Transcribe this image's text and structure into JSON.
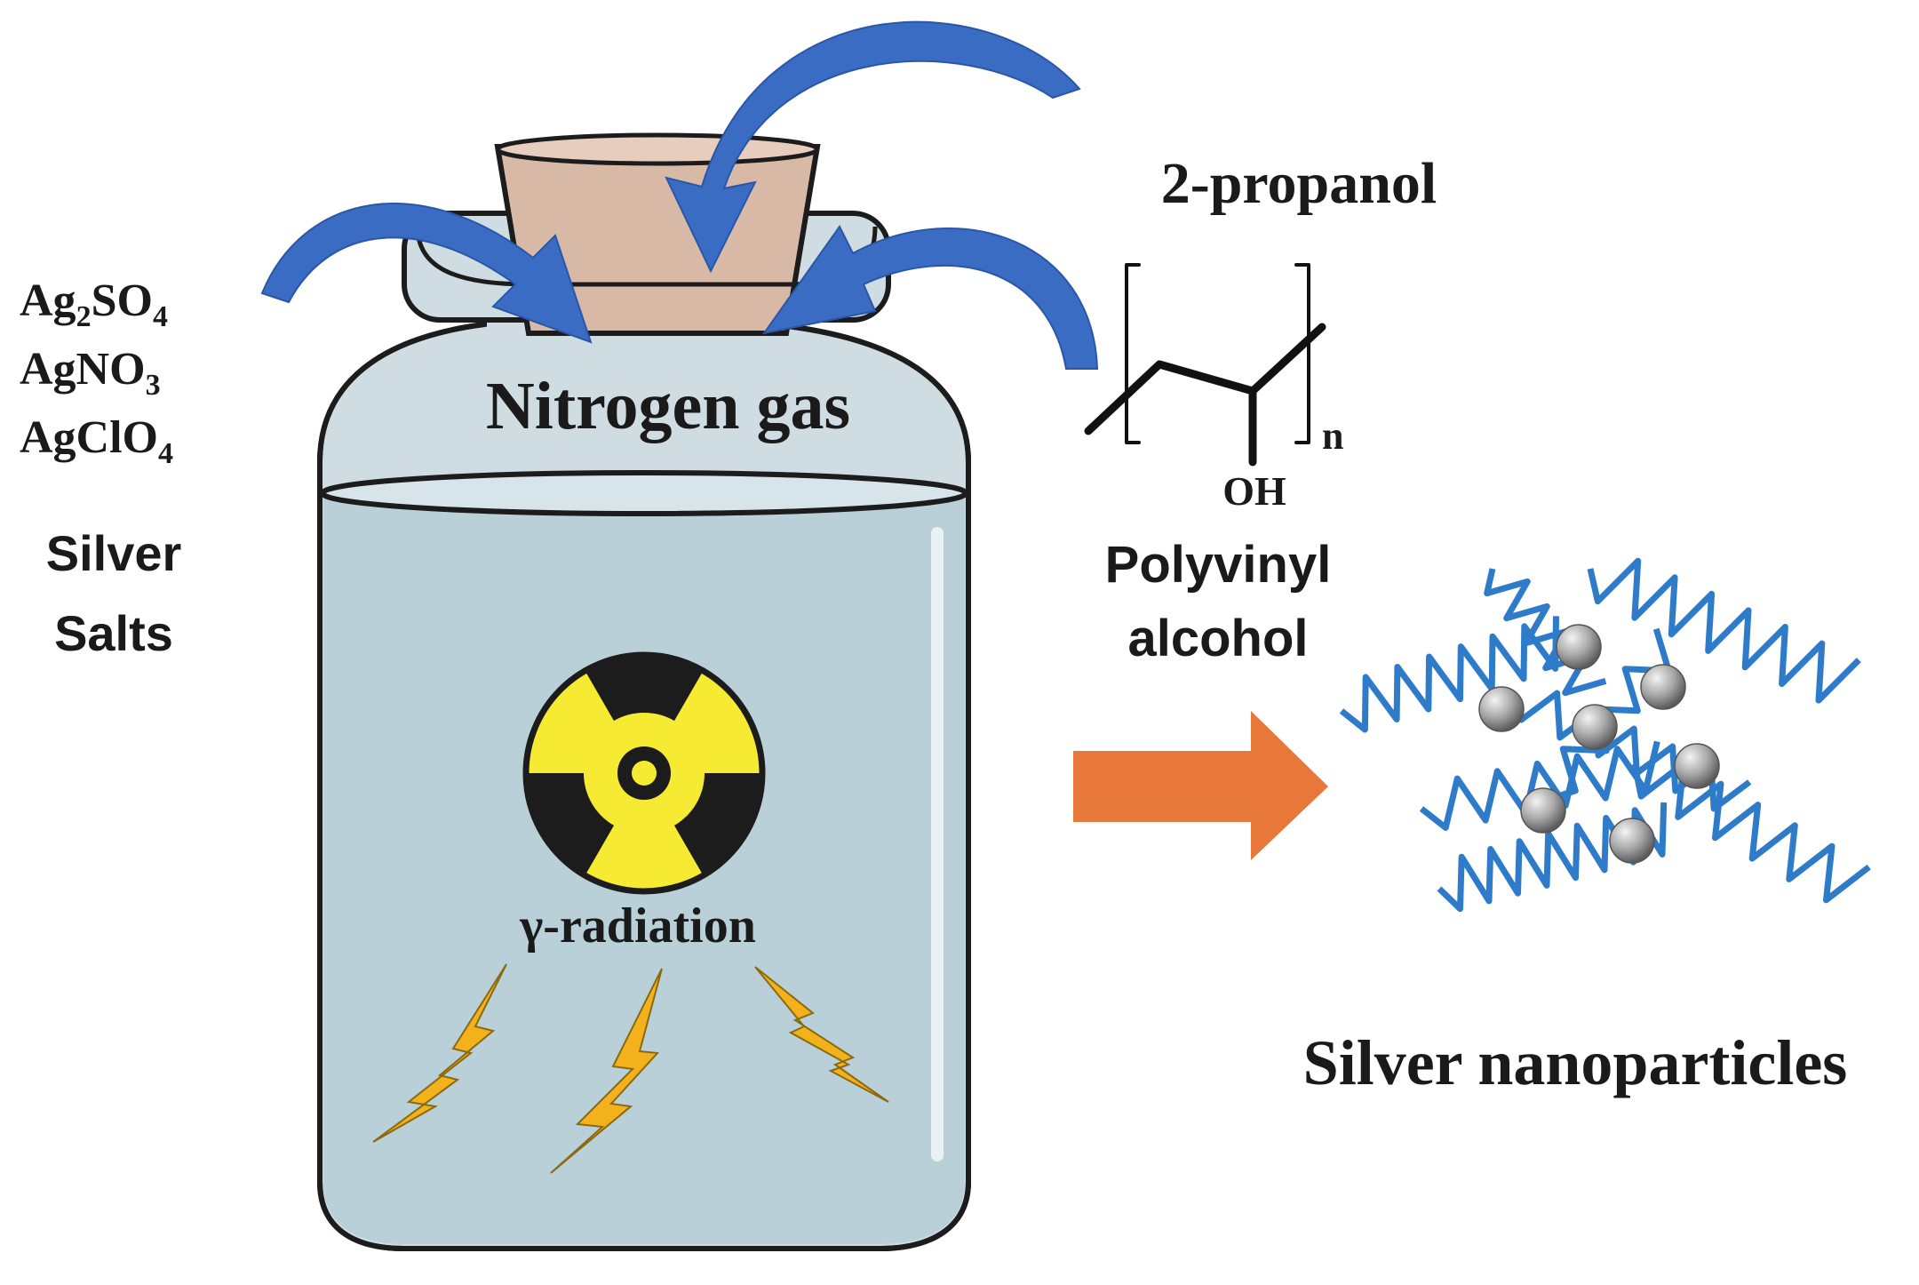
{
  "diagram": {
    "salts": {
      "formulas": [
        {
          "parts": [
            {
              "t": "Ag"
            },
            {
              "t": "2",
              "sub": true
            },
            {
              "t": "SO"
            },
            {
              "t": "4",
              "sub": true
            }
          ]
        },
        {
          "parts": [
            {
              "t": "AgNO"
            },
            {
              "t": "3",
              "sub": true
            }
          ]
        },
        {
          "parts": [
            {
              "t": "AgClO"
            },
            {
              "t": "4",
              "sub": true
            }
          ]
        }
      ],
      "caption_line1": "Silver",
      "caption_line2": "Salts"
    },
    "gas_label": "Nitrogen gas",
    "radiation_label": "γ-radiation",
    "solvent_label": "2-propanol",
    "polymer": {
      "repeat_subscript": "n",
      "group_label": "OH",
      "name_line1": "Polyvinyl",
      "name_line2": "alcohol"
    },
    "product_label": "Silver nanoparticles",
    "colors": {
      "flow_arrow": "#3b6cc4",
      "reaction_arrow": "#e8773a",
      "solution": "#b9d0d9",
      "jar_glass": "#cfdde3",
      "cork": "#d8b9a6",
      "hazard_yellow": "#f6ea32",
      "lightning": "#f3b21b",
      "polymer_chain": "#2e7cc9",
      "nanoparticle": "#a9a9a9"
    },
    "icons": [
      "radiation-hazard-icon",
      "lightning-bolt-icon",
      "curved-arrow-icon",
      "right-arrow-icon"
    ]
  }
}
